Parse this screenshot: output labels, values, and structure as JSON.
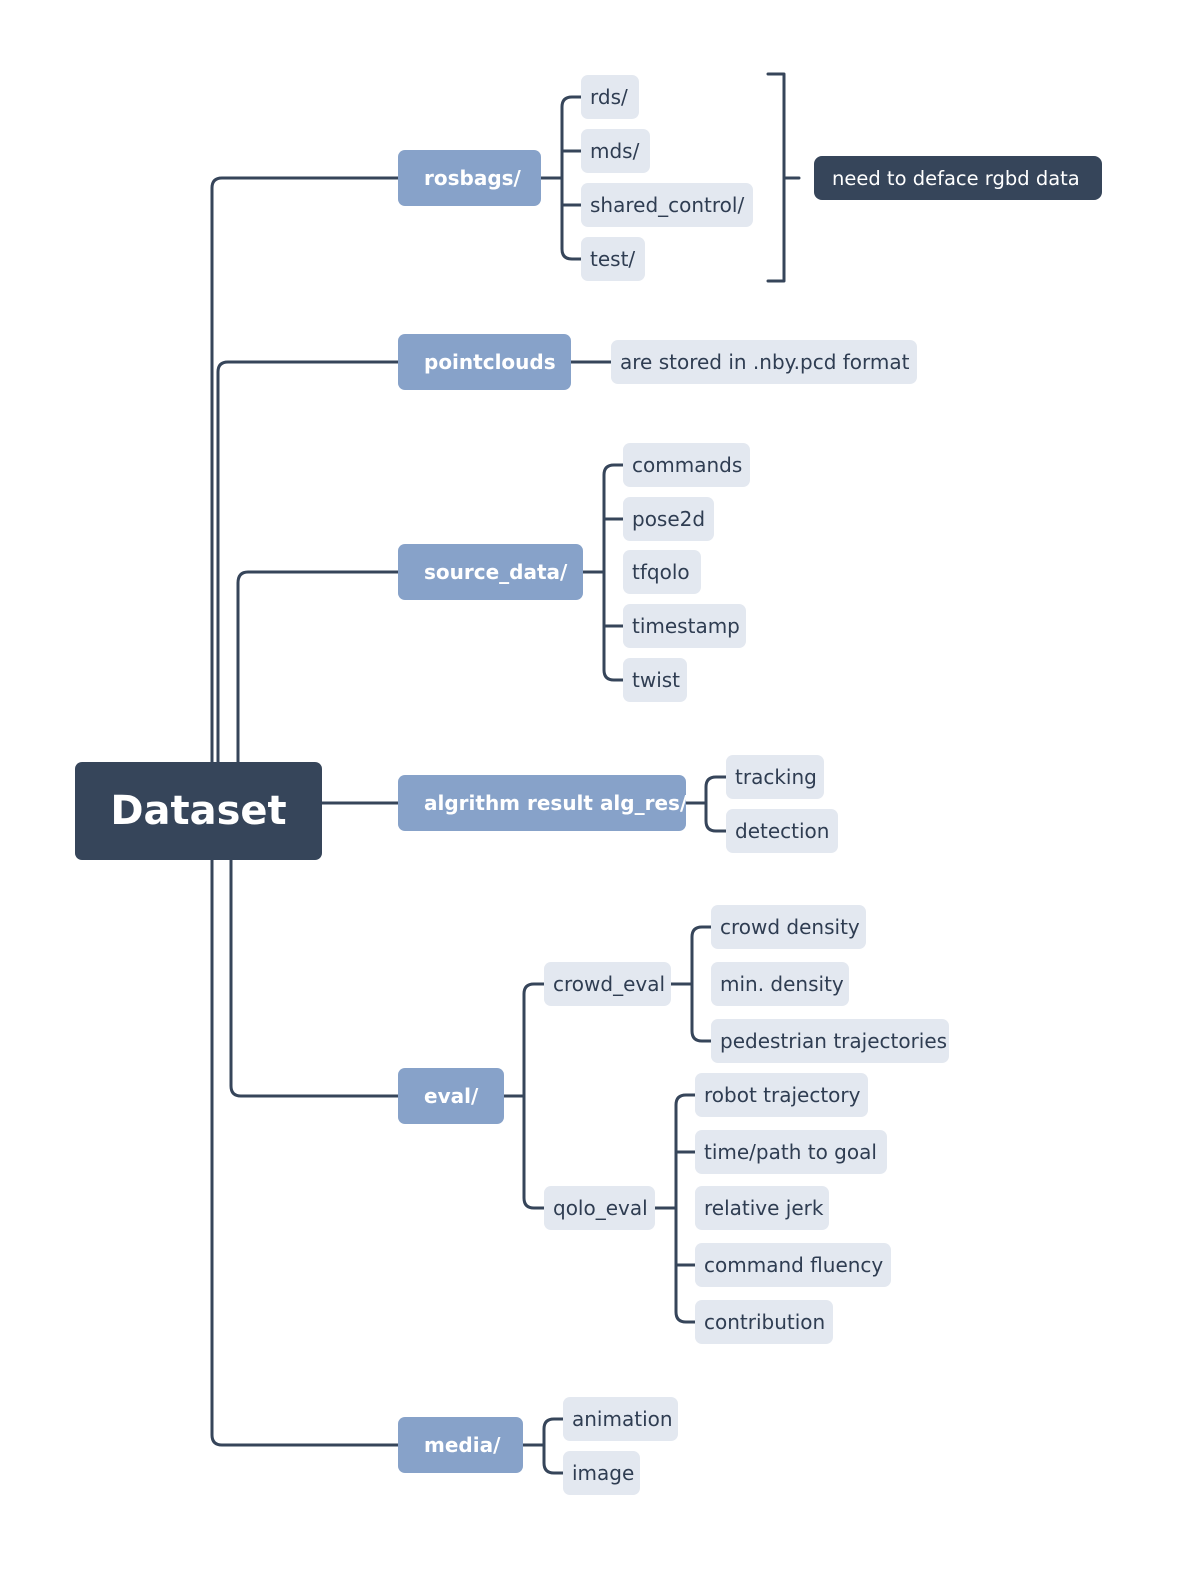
{
  "root": {
    "label": "Dataset"
  },
  "branches": {
    "rosbags": {
      "label": "rosbags/",
      "children": [
        "rds/",
        "mds/",
        "shared_control/",
        "test/"
      ],
      "note": "need to deface rgbd data"
    },
    "pointclouds": {
      "label": "pointclouds",
      "children": [
        "are stored in .nby.pcd format"
      ]
    },
    "source_data": {
      "label": "source_data/",
      "children": [
        "commands",
        "pose2d",
        "tfqolo",
        "timestamp",
        "twist"
      ]
    },
    "alg_res": {
      "label": "algrithm result alg_res/",
      "children": [
        "tracking",
        "detection"
      ]
    },
    "eval": {
      "label": "eval/",
      "crowd_eval": {
        "label": "crowd_eval",
        "children": [
          "crowd density",
          "min. density",
          "pedestrian trajectories"
        ]
      },
      "qolo_eval": {
        "label": "qolo_eval",
        "children": [
          "robot trajectory",
          "time/path to goal",
          "relative jerk",
          "command fluency",
          "contribution"
        ]
      }
    },
    "media": {
      "label": "media/",
      "children": [
        "animation",
        "image"
      ]
    }
  },
  "colors": {
    "line": "#36455a",
    "root_fill": "#36455a",
    "branch_fill": "#87a2c9",
    "leaf_fill": "#e3e8f0",
    "leaf_text": "#2f3d52",
    "note_fill": "#36455a"
  }
}
